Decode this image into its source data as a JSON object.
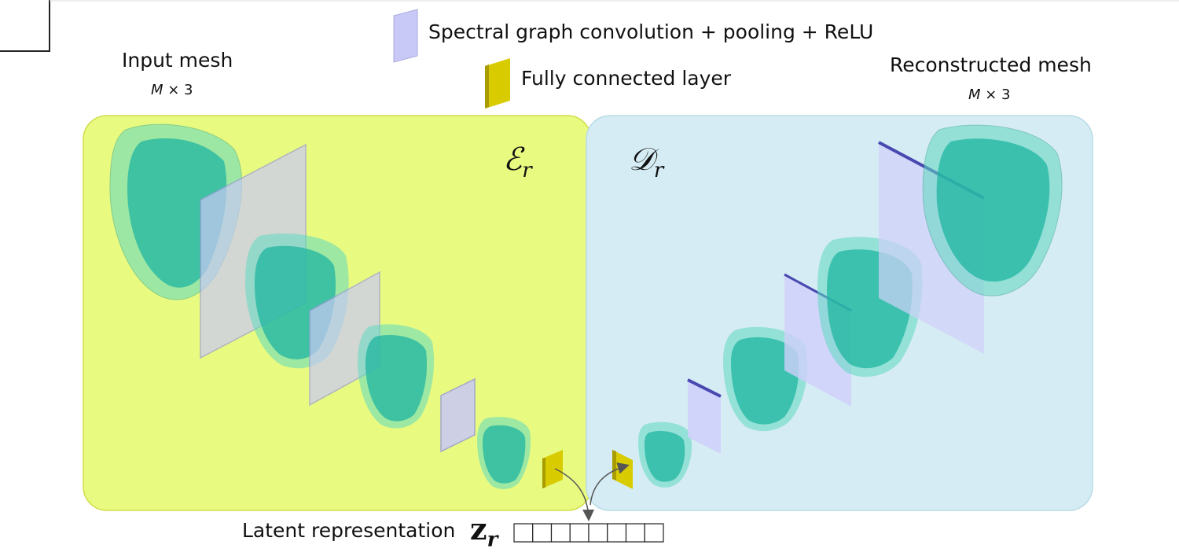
{
  "legend": {
    "conv_label": "Spectral graph convolution + pooling + ReLU",
    "fc_label": "Fully connected layer"
  },
  "input": {
    "title": "Input mesh",
    "dims_var": "M",
    "dims_rest": " × 3"
  },
  "output": {
    "title": "Reconstructed mesh",
    "dims_var": "M",
    "dims_rest": " × 3"
  },
  "encoder": {
    "symbol": "ℰ",
    "subscript": "r"
  },
  "decoder": {
    "symbol": "𝒟",
    "subscript": "r"
  },
  "latent": {
    "label": "Latent representation",
    "symbol": "z",
    "subscript": "r",
    "cells": 8
  },
  "colors": {
    "encoder_panel": "#e8fb80",
    "decoder_panel": "#d6ecf4",
    "conv_layer": "#c9c9f7",
    "fc_layer": "#d8cc00",
    "mesh_outer": "#5fd8c0",
    "mesh_inner": "#1fb5a0"
  }
}
